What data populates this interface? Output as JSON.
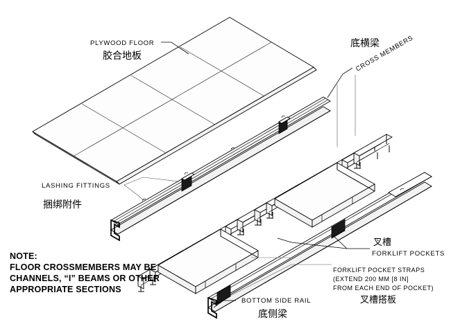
{
  "drawing": {
    "title": "Container floor structure isometric",
    "background_color": "#ffffff",
    "line_color": "#000000"
  },
  "labels": {
    "plywood_floor": {
      "en": "PLYWOOD FLOOR",
      "cn": "胶合地板"
    },
    "cross_members": {
      "cn": "底横梁",
      "en": "CROSS MEMBERS"
    },
    "lashing_fittings": {
      "en": "LASHING FITTINGS",
      "cn": "捆绑附件"
    },
    "forklift_pockets": {
      "cn": "叉槽",
      "en": "FORKLIFT POCKETS"
    },
    "forklift_pocket_straps": {
      "line1": "FORKLIFT POCKET STRAPS",
      "line2": "(EXTEND 200 MM [8 IN]",
      "line3": "FROM EACH END OF POCKET)",
      "cn": "叉槽搭板"
    },
    "bottom_side_rail": {
      "en": "BOTTOM SIDE RAIL",
      "cn": "底侧梁"
    }
  },
  "note": {
    "heading": "NOTE:",
    "line1": "FLOOR CROSSMEMBERS MAY BE",
    "line2": "CHANNELS, “I” BEAMS OR OTHER",
    "line3": "APPROPRIATE SECTIONS"
  },
  "geometry": {
    "plywood_panel_rows": 2,
    "plywood_panel_cols": 4,
    "cross_member_count": 16,
    "forklift_pocket_count": 2,
    "lashing_fitting_count": 3,
    "forklift_pocket_strap_count": 2
  }
}
